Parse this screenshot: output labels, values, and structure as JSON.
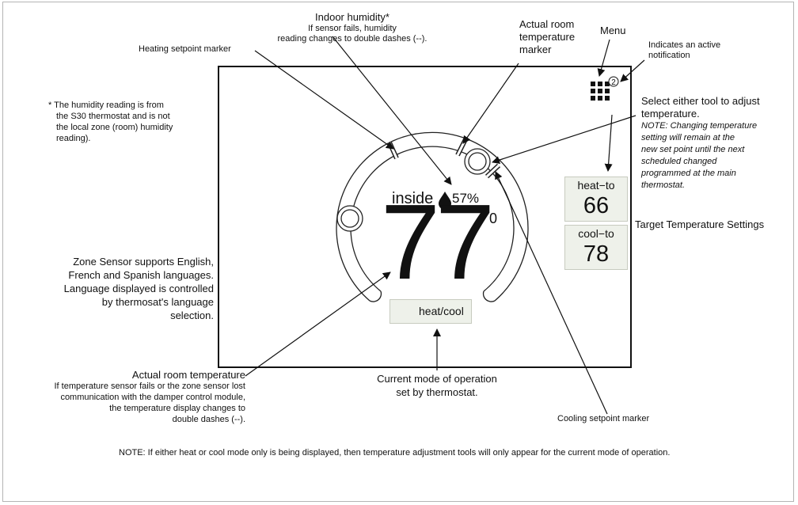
{
  "annotations": {
    "indoor_humidity_title": "Indoor humidity*",
    "indoor_humidity_note_1": "If sensor fails, humidity",
    "indoor_humidity_note_2": "reading changes to double dashes (--).",
    "heating_setpoint": "Heating setpoint marker",
    "actual_room_marker_1": "Actual room",
    "actual_room_marker_2": "temperature",
    "actual_room_marker_3": "marker",
    "menu": "Menu",
    "notification_1": "Indicates an active",
    "notification_2": "notification",
    "humidity_footnote_1": "* The humidity reading is from",
    "humidity_footnote_2": "the S30 thermostat and is not",
    "humidity_footnote_3": "the local zone (room) humidity",
    "humidity_footnote_4": "reading).",
    "select_tool_1": "Select either tool to adjust",
    "select_tool_2": "temperature.",
    "select_note_1": "NOTE: Changing temperature",
    "select_note_2": "setting will remain at the",
    "select_note_3": "new set point until the next",
    "select_note_4": "scheduled changed",
    "select_note_5": "programmed at the main",
    "select_note_6": "thermostat.",
    "target_temps": "Target Temperature Settings",
    "zone_sensor_1": "Zone Sensor supports English,",
    "zone_sensor_2": "French and Spanish languages.",
    "zone_sensor_3": "Language displayed is controlled",
    "zone_sensor_4": "by thermosat's language",
    "zone_sensor_5": "selection.",
    "actual_temp_title": "Actual room temperature",
    "actual_temp_note_1": "If temperature sensor fails or the zone sensor lost",
    "actual_temp_note_2": "communication with the damper control module,",
    "actual_temp_note_3": "the temperature display changes to",
    "actual_temp_note_4": "double dashes (--).",
    "current_mode_1": "Current mode of operation",
    "current_mode_2": "set by thermostat.",
    "cooling_setpoint": "Cooling setpoint marker",
    "bottom_note": "NOTE: If either heat or cool mode only is being displayed, then temperature adjustment tools will only appear for the current mode of operation."
  },
  "display": {
    "inside_label": "inside",
    "humidity": "57%",
    "temperature": "77",
    "degree_mark": "0",
    "heat_to_label": "heat−to",
    "heat_to_value": "66",
    "cool_to_label": "cool−to",
    "cool_to_value": "78",
    "mode_label": "heat/cool",
    "notification_count": "2"
  }
}
